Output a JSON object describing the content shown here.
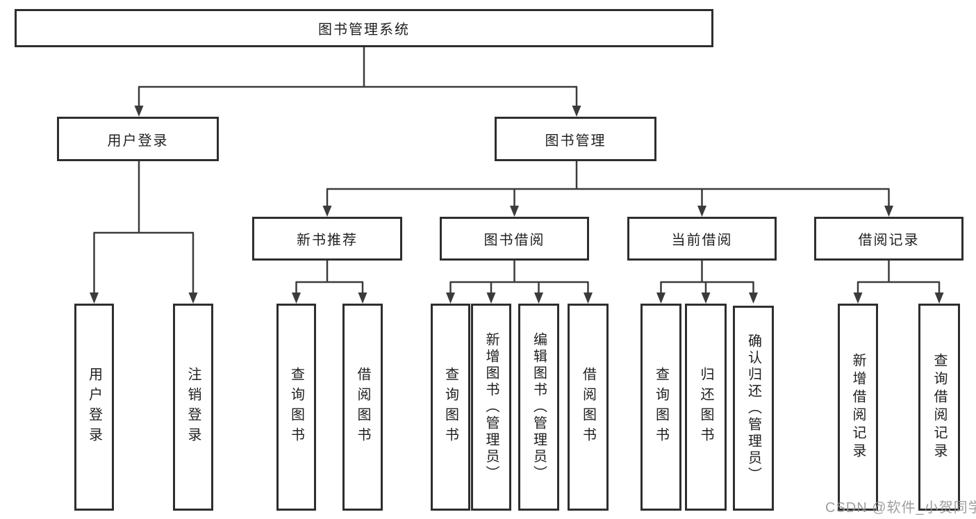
{
  "tree": {
    "label": "图书管理系统",
    "children": [
      {
        "label": "用户登录",
        "children": [
          {
            "label": "用户登录"
          },
          {
            "label": "注销登录"
          }
        ]
      },
      {
        "label": "图书管理",
        "children": [
          {
            "label": "新书推荐",
            "children": [
              {
                "label": "查询图书"
              },
              {
                "label": "借阅图书"
              }
            ]
          },
          {
            "label": "图书借阅",
            "children": [
              {
                "label": "查询图书"
              },
              {
                "label": "新增图书（管理员）"
              },
              {
                "label": "编辑图书（管理员）"
              },
              {
                "label": "借阅图书"
              }
            ]
          },
          {
            "label": "当前借阅",
            "children": [
              {
                "label": "查询图书"
              },
              {
                "label": "归还图书"
              },
              {
                "label": "确认归还（管理员）"
              }
            ]
          },
          {
            "label": "借阅记录",
            "children": [
              {
                "label": "新增借阅记录"
              },
              {
                "label": "查询借阅记录"
              }
            ]
          }
        ]
      }
    ]
  },
  "watermark": {
    "text": "CSDN @软件_小贺同学"
  },
  "colors": {
    "line": "#3b3b3b",
    "box_border": "#2e2e2e",
    "text": "#1f1f1f",
    "watermark": "#949494",
    "background": "#ffffff"
  }
}
